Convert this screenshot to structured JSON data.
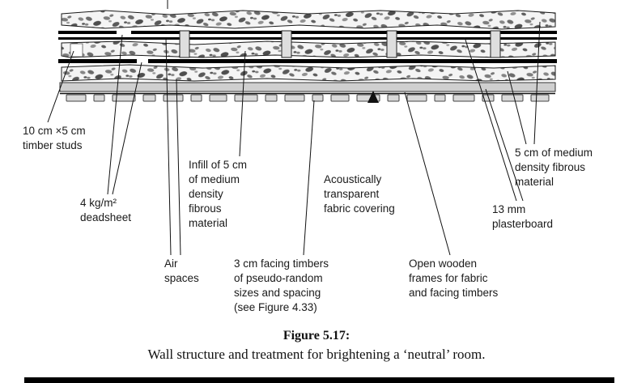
{
  "figure_caption": {
    "title": "Figure 5.17:",
    "text": "Wall structure and treatment for brightening a ‘neutral’ room."
  },
  "labels": {
    "timber_studs": "10 cm ×5 cm\ntimber studs",
    "deadsheet": "4 kg/m²\ndeadsheet",
    "infill": "Infill of 5 cm\nof medium\ndensity\nfibrous\nmaterial",
    "air_spaces": "Air\nspaces",
    "facing_timbers": "3 cm facing timbers\nof pseudo-random\nsizes and spacing\n(see Figure 4.33)",
    "fabric_covering": "Acoustically\ntransparent\nfabric covering",
    "open_frames": "Open wooden\nframes for fabric\nand facing timbers",
    "plasterboard": "13 mm\nplasterboard",
    "fibrous_material": "5 cm of medium\ndensity fibrous\nmaterial"
  },
  "colors": {
    "outline": "#1a1a1a",
    "plasterboard_fill": "#cfcfcf",
    "timber_fill": "#dedede",
    "facing_timber_fill": "#d9d9d9",
    "speckle_background": "#f4f4f4",
    "speckle_dark": "#4e4e4e"
  }
}
